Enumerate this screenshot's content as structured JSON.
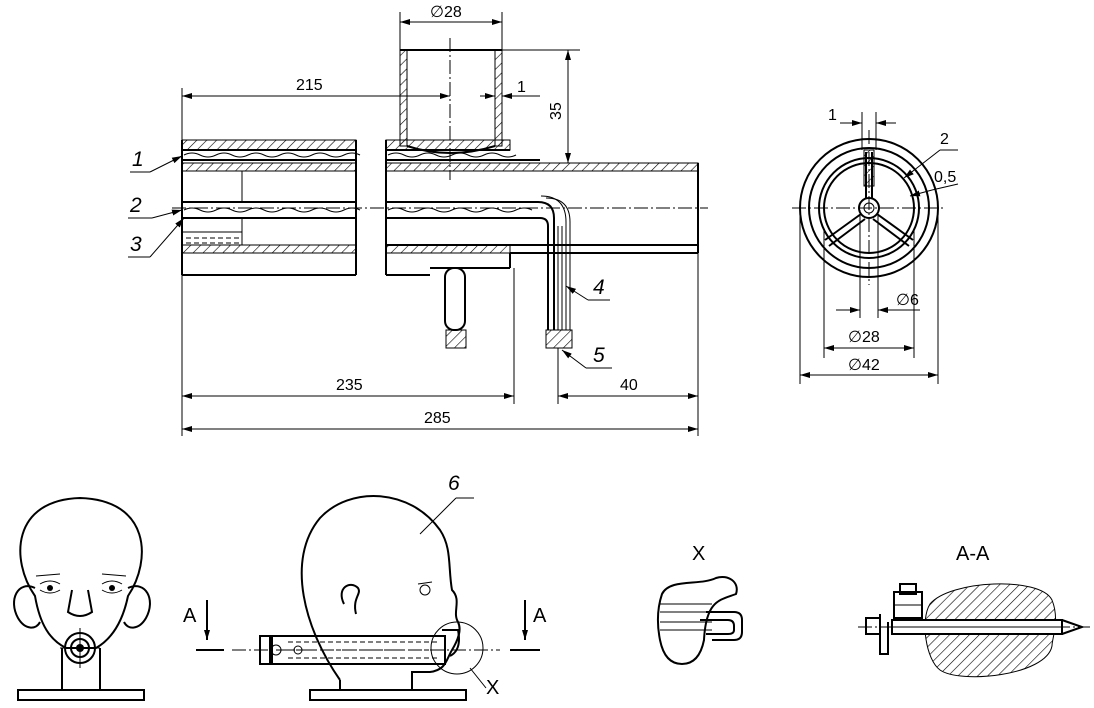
{
  "dimensions": {
    "top_diameter": "∅28",
    "len_215": "215",
    "wall_1": "1",
    "height_35": "35",
    "len_235": "235",
    "len_285": "285",
    "len_40": "40",
    "circle_1": "1",
    "circle_gap": "0,5",
    "circle_d6": "∅6",
    "circle_d28": "∅28",
    "circle_d42": "∅42"
  },
  "callouts": {
    "c1": "1",
    "c2": "2",
    "c3": "3",
    "c4": "4",
    "c5": "5",
    "c6": "6",
    "circle_c2": "2"
  },
  "views": {
    "section_mark_left": "A",
    "section_mark_right": "A",
    "detail_mark": "X",
    "detail_title": "X",
    "section_title": "A-A"
  }
}
